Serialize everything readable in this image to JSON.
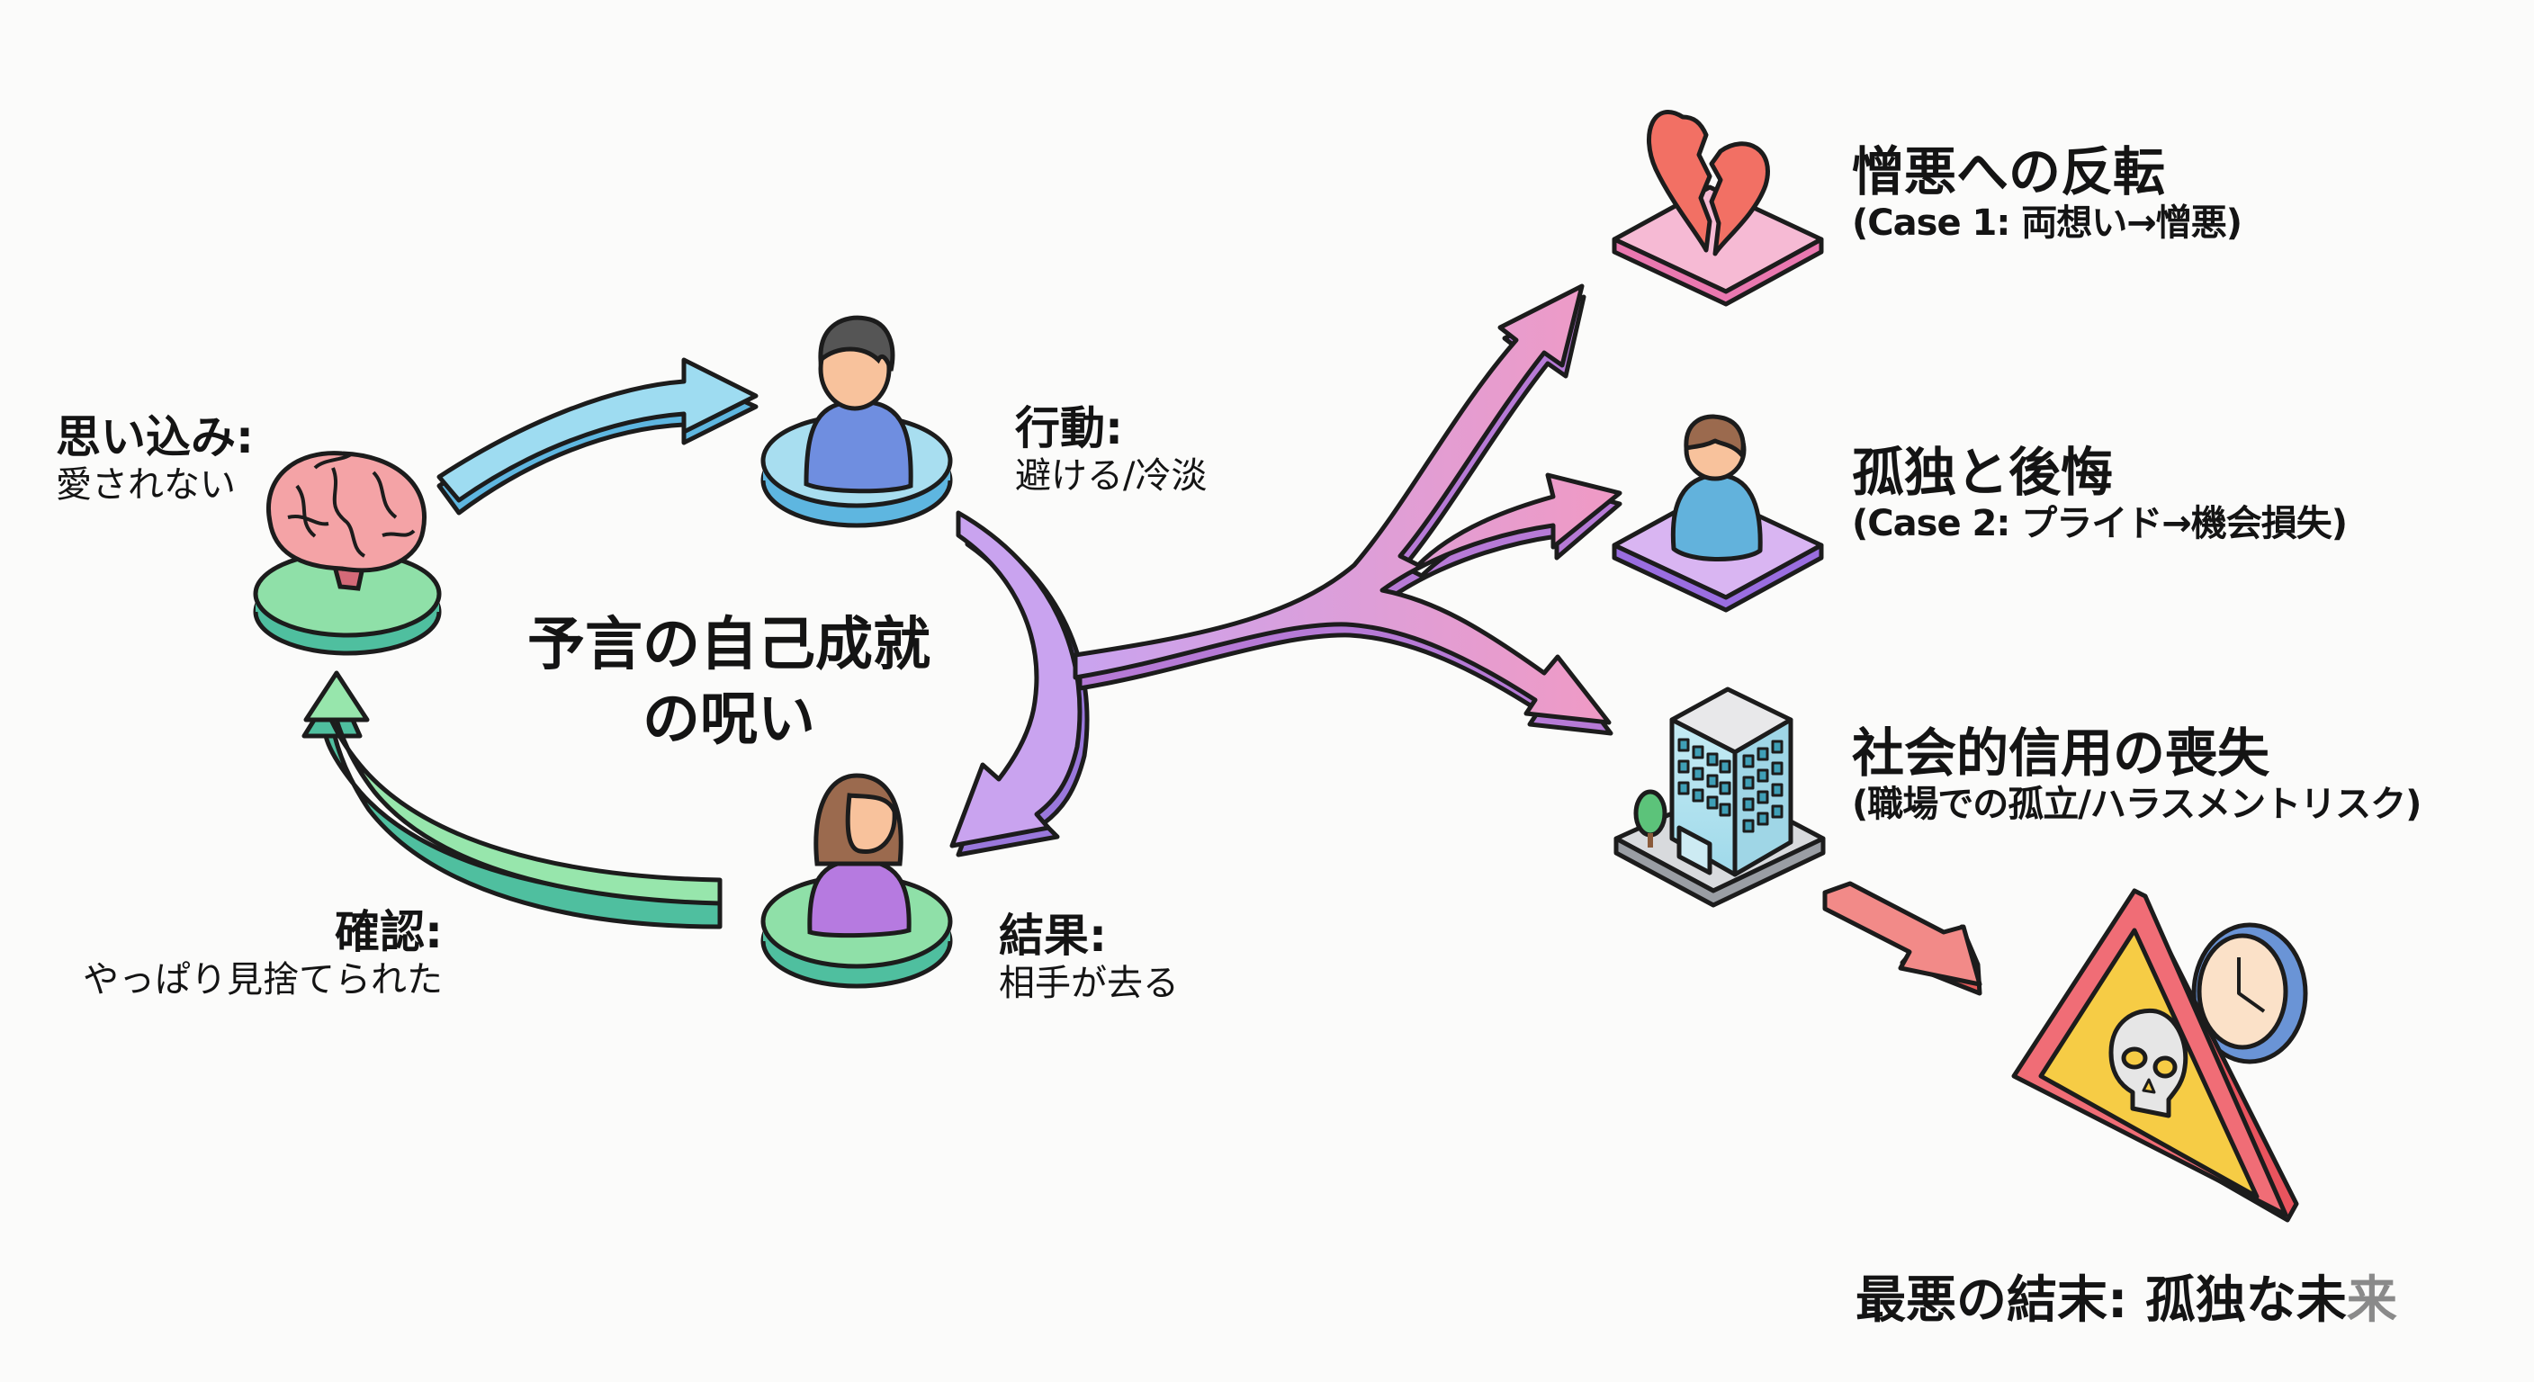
{
  "title": {
    "line1": "予言の自己成就",
    "line2": "の呪い"
  },
  "cycle": {
    "belief": {
      "heading": "思い込み:",
      "detail": "愛されない",
      "icon": "brain-icon"
    },
    "action": {
      "heading": "行動:",
      "detail": "避ける/冷淡",
      "icon": "man-icon"
    },
    "result": {
      "heading": "結果:",
      "detail": "相手が去る",
      "icon": "woman-icon"
    },
    "confirm": {
      "heading": "確認:",
      "detail": "やっぱり見捨てられた"
    }
  },
  "outcomes": [
    {
      "heading": "憎悪への反転",
      "detail": "(Case 1: 両想い→憎悪)",
      "icon": "broken-heart-icon"
    },
    {
      "heading": "孤独と後悔",
      "detail": "(Case 2: プライド→機会損失)",
      "icon": "lonely-person-icon"
    },
    {
      "heading": "社会的信用の喪失",
      "detail": "(職場での孤立/ハラスメントリスク)",
      "icon": "office-building-icon"
    }
  ],
  "final": {
    "main": "最悪の結末: 孤独な未",
    "faded": "来",
    "icon": "skull-warning-icon"
  },
  "colors": {
    "cycle_blue": "#8ed4ec",
    "cycle_green": "#8fe0a8",
    "branch_purple": "#c79be8",
    "branch_pink": "#ee93bf",
    "danger_red": "#ef6b6b",
    "warning_yellow": "#f6cc45",
    "outline": "#1c1c1c"
  }
}
